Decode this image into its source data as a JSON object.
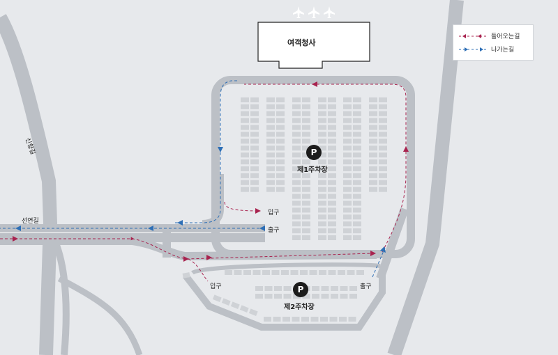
{
  "terminal": {
    "label": "여객청사"
  },
  "roads": {
    "west_road": "선연길",
    "diagonal_road": "신향길"
  },
  "parking": [
    {
      "label": "제1주차장",
      "icon": "P"
    },
    {
      "label": "제2주차장",
      "icon": "P"
    }
  ],
  "gates": {
    "lot1_entrance": "입구",
    "lot1_exit": "출구",
    "lot2_entrance": "입구",
    "lot2_exit": "출구"
  },
  "legend": {
    "inbound": {
      "label": "들어오는길",
      "color": "#a8224e"
    },
    "outbound": {
      "label": "나가는길",
      "color": "#2e6fb6"
    }
  },
  "icons": [
    "airplane-icon",
    "parking-icon"
  ]
}
